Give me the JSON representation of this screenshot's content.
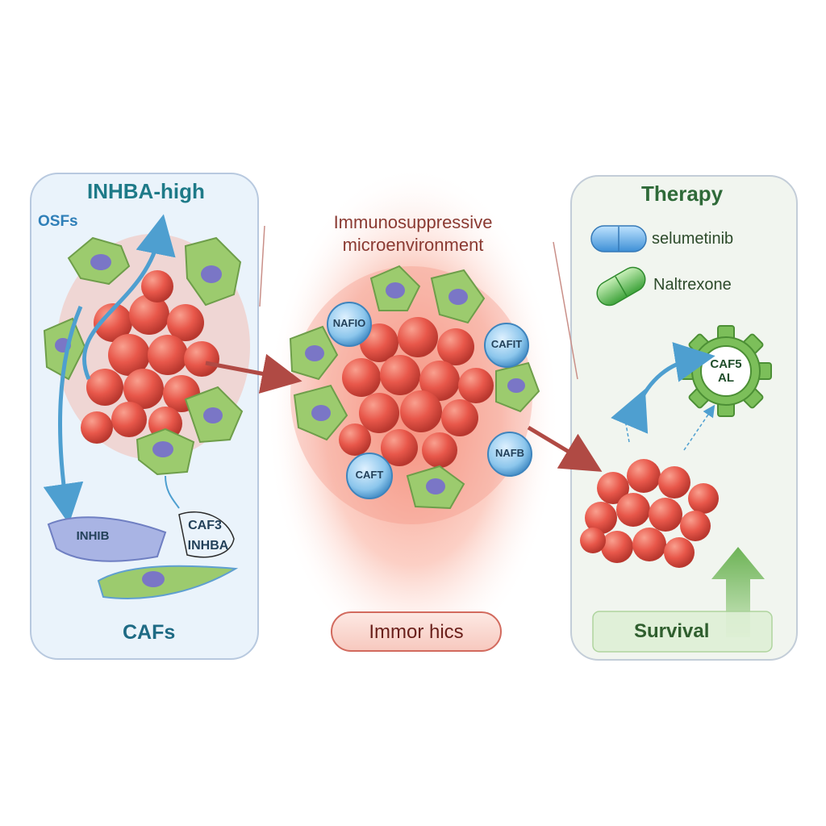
{
  "left_panel": {
    "title": "INHBA-high",
    "osfs_label": "OSFs",
    "cell_tags": [
      "INHIB",
      "CAF3",
      "INHBA"
    ],
    "cafs_label": "CAFs"
  },
  "center_panel": {
    "title_line1": "Immunosuppressive",
    "title_line2": "microenvironment",
    "cell_tags": [
      "NAFIO",
      "CAFIT",
      "CAFT",
      "NAFB"
    ],
    "pill_label": "Immor hics"
  },
  "right_panel": {
    "title": "Therapy",
    "drugs": [
      {
        "name": "selumetinib",
        "color": "#5aa9e6"
      },
      {
        "name": "Naltrexone",
        "color": "#5fc25a"
      }
    ],
    "gear_line1": "CAF5",
    "gear_line2": "AL",
    "survival_label": "Survival"
  },
  "colors": {
    "left_panel_bg": "#eaf3fb",
    "right_panel_bg": "#f1f5ef",
    "tumor_red": "#e8574a",
    "stromal_green": "#8cc063",
    "arrow_blue": "#4e9fd0",
    "arrow_red": "#b04a44",
    "survival_green": "#7fbe6a"
  }
}
